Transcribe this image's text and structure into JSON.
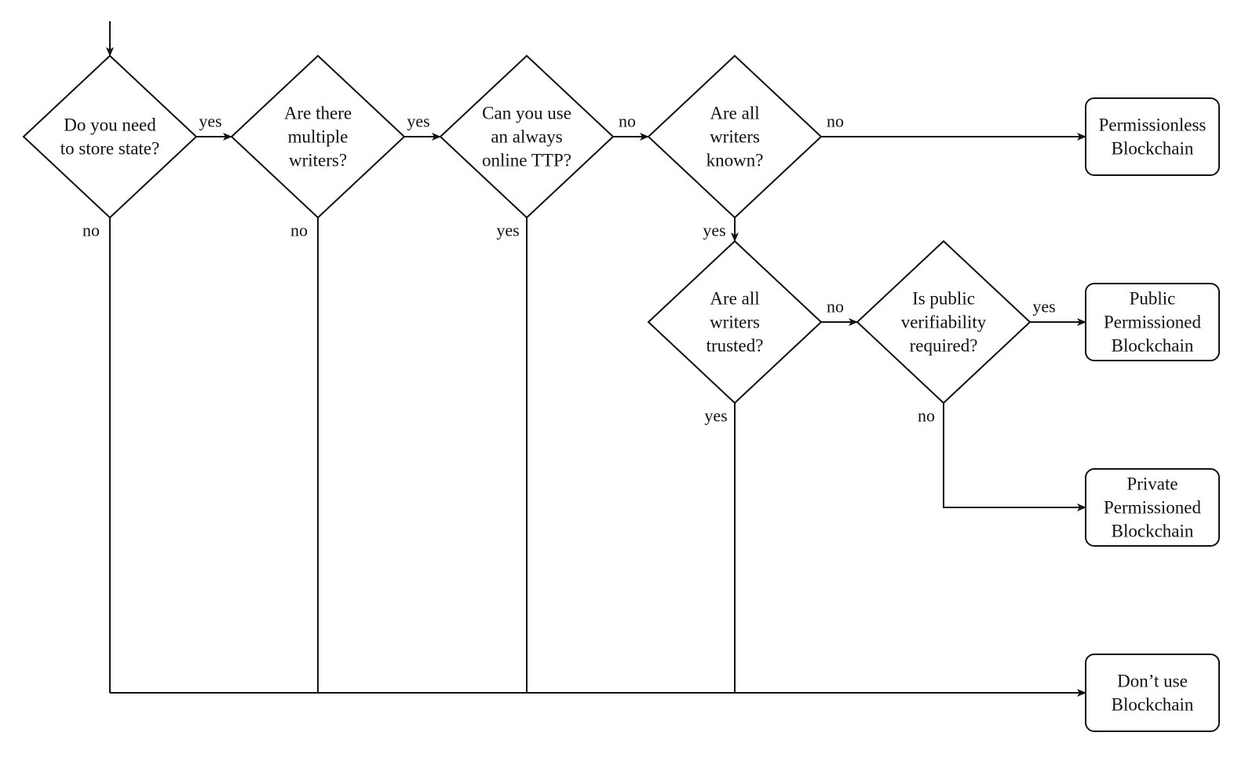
{
  "decisions": [
    {
      "id": "store_state",
      "lines": [
        "Do you need",
        "to store state?"
      ]
    },
    {
      "id": "multiple_writers",
      "lines": [
        "Are there",
        "multiple",
        "writers?"
      ]
    },
    {
      "id": "ttp",
      "lines": [
        "Can you use",
        "an always",
        "online TTP?"
      ]
    },
    {
      "id": "writers_known",
      "lines": [
        "Are all",
        "writers",
        "known?"
      ]
    },
    {
      "id": "writers_trusted",
      "lines": [
        "Are all",
        "writers",
        "trusted?"
      ]
    },
    {
      "id": "public_verifiability",
      "lines": [
        "Is public",
        "verifiability",
        "required?"
      ]
    }
  ],
  "outcomes": [
    {
      "id": "permissionless",
      "lines": [
        "Permissionless",
        "Blockchain"
      ]
    },
    {
      "id": "public_permissioned",
      "lines": [
        "Public",
        "Permissioned",
        "Blockchain"
      ]
    },
    {
      "id": "private_permissioned",
      "lines": [
        "Private",
        "Permissioned",
        "Blockchain"
      ]
    },
    {
      "id": "dont_use",
      "lines": [
        "Don’t use",
        "Blockchain"
      ]
    }
  ],
  "edges": [
    {
      "from": "store_state",
      "to": "multiple_writers",
      "label": "yes"
    },
    {
      "from": "store_state",
      "to": "dont_use",
      "label": "no"
    },
    {
      "from": "multiple_writers",
      "to": "ttp",
      "label": "yes"
    },
    {
      "from": "multiple_writers",
      "to": "dont_use",
      "label": "no"
    },
    {
      "from": "ttp",
      "to": "writers_known",
      "label": "no"
    },
    {
      "from": "ttp",
      "to": "dont_use",
      "label": "yes"
    },
    {
      "from": "writers_known",
      "to": "permissionless",
      "label": "no"
    },
    {
      "from": "writers_known",
      "to": "writers_trusted",
      "label": "yes"
    },
    {
      "from": "writers_trusted",
      "to": "public_verifiability",
      "label": "no"
    },
    {
      "from": "writers_trusted",
      "to": "dont_use",
      "label": "yes"
    },
    {
      "from": "public_verifiability",
      "to": "public_permissioned",
      "label": "yes"
    },
    {
      "from": "public_verifiability",
      "to": "private_permissioned",
      "label": "no"
    }
  ]
}
